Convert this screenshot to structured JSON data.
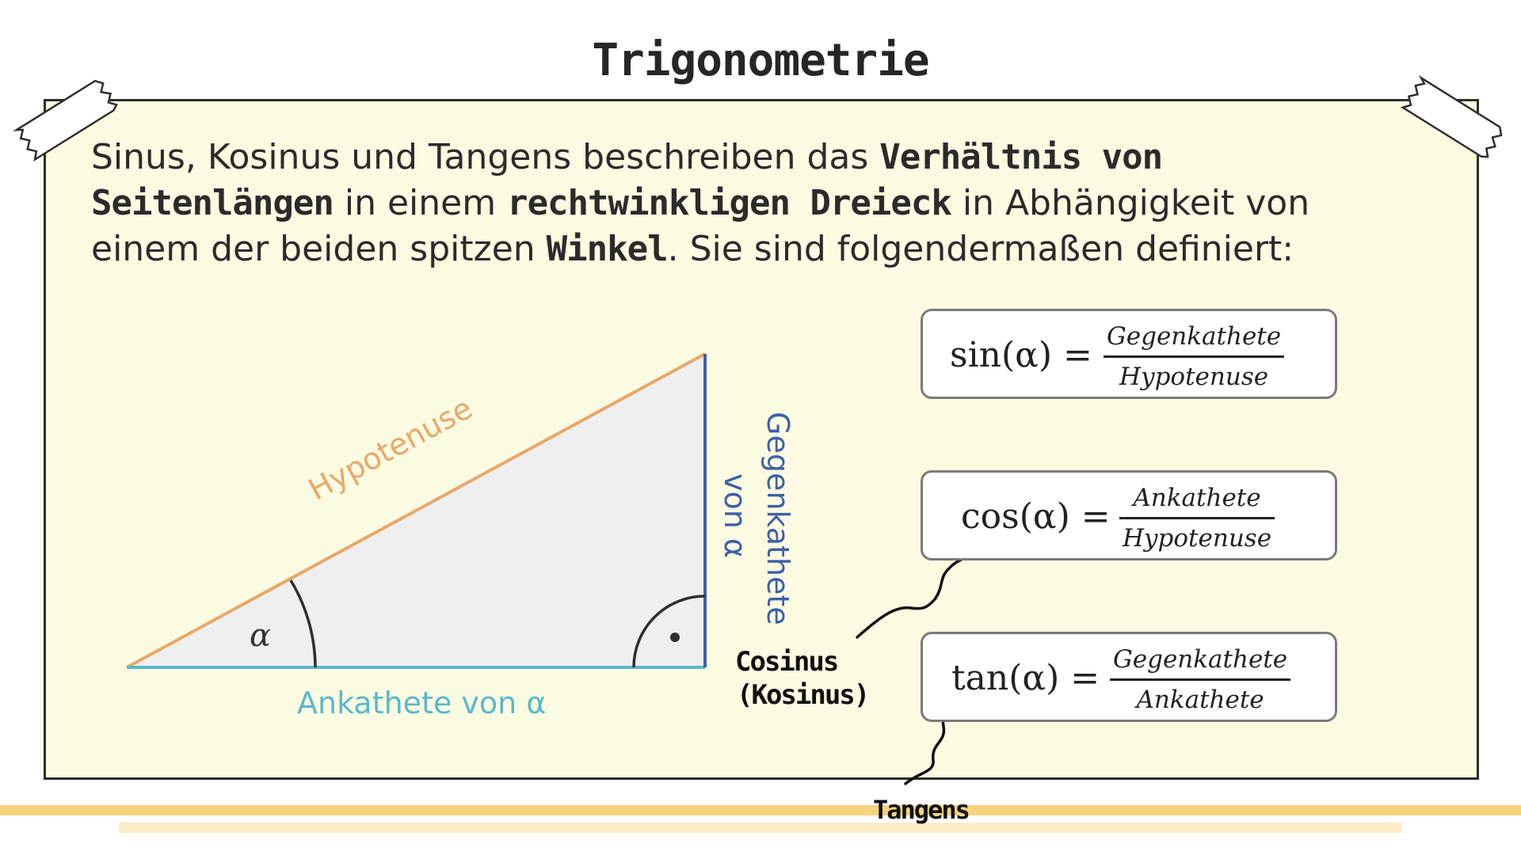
{
  "title": "Trigonometrie",
  "intro": {
    "p1": "Sinus, Kosinus und Tangens beschreiben das ",
    "h1": "Verhältnis von Seitenlängen",
    "p2": " in einem ",
    "h2": "rechtwinkligen Dreieck",
    "p3": " in Abhängigkeit von einem der beiden spitzen ",
    "h3": "Winkel",
    "p4": ". Sie sind folgendermaßen definiert:"
  },
  "triangle": {
    "hypotenuse_label": "Hypotenuse",
    "adjacent_label": "Ankathete von α",
    "opposite_label_1": "Gegenkathete",
    "opposite_label_2": "von α",
    "angle_label": "α",
    "colors": {
      "hypotenuse": "#e8a86a",
      "adjacent": "#5bb8cc",
      "opposite": "#3e5fa8",
      "fill": "#efefef"
    }
  },
  "formulas": [
    {
      "lhs": "sin(α) =",
      "num": "Gegenkathete",
      "den": "Hypotenuse"
    },
    {
      "lhs": "cos(α) =",
      "num": "Ankathete",
      "den": "Hypotenuse"
    },
    {
      "lhs": "tan(α) =",
      "num": "Gegenkathete",
      "den": "Ankathete"
    }
  ],
  "handwritten": {
    "cosinus_1": "Cosinus",
    "cosinus_2": "(Kosinus)",
    "tangens": "Tangens"
  },
  "colors": {
    "board": "#fbfbe2",
    "stripe": "#f7d37e"
  }
}
